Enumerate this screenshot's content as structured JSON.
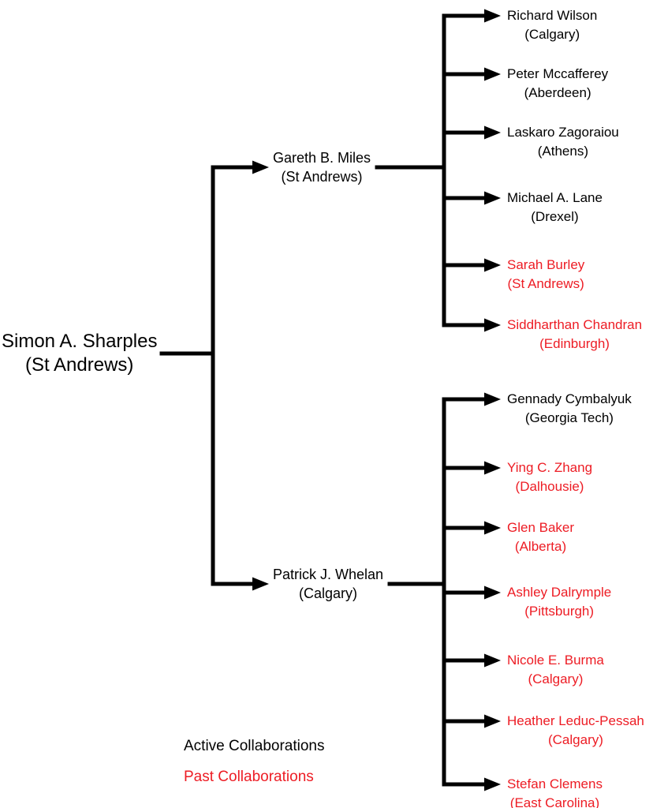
{
  "diagram": {
    "colors": {
      "active": "#000000",
      "past": "#ed1c24",
      "line": "#000000"
    },
    "root": {
      "name": "Simon A. Sharples",
      "affiliation": "(St Andrews)",
      "status": "active"
    },
    "branches": [
      {
        "name": "Gareth B. Miles",
        "affiliation": "(St Andrews)",
        "status": "active",
        "children": [
          {
            "name": "Richard Wilson",
            "affiliation": "(Calgary)",
            "status": "active"
          },
          {
            "name": "Peter Mccafferey",
            "affiliation": "(Aberdeen)",
            "status": "active"
          },
          {
            "name": "Laskaro Zagoraiou",
            "affiliation": "(Athens)",
            "status": "active"
          },
          {
            "name": "Michael A. Lane",
            "affiliation": "(Drexel)",
            "status": "active"
          },
          {
            "name": "Sarah Burley",
            "affiliation": "(St Andrews)",
            "status": "past"
          },
          {
            "name": "Siddharthan Chandran",
            "affiliation": "(Edinburgh)",
            "status": "past"
          }
        ]
      },
      {
        "name": "Patrick J. Whelan",
        "affiliation": "(Calgary)",
        "status": "active",
        "children": [
          {
            "name": "Gennady Cymbalyuk",
            "affiliation": "(Georgia Tech)",
            "status": "active"
          },
          {
            "name": "Ying C. Zhang",
            "affiliation": "(Dalhousie)",
            "status": "past"
          },
          {
            "name": "Glen Baker",
            "affiliation": "(Alberta)",
            "status": "past"
          },
          {
            "name": "Ashley Dalrymple",
            "affiliation": "(Pittsburgh)",
            "status": "past"
          },
          {
            "name": "Nicole E. Burma",
            "affiliation": "(Calgary)",
            "status": "past"
          },
          {
            "name": "Heather Leduc-Pessah",
            "affiliation": "(Calgary)",
            "status": "past"
          },
          {
            "name": "Stefan Clemens",
            "affiliation": "(East Carolina)",
            "status": "past"
          }
        ]
      }
    ],
    "legend": [
      {
        "label": "Active Collaborations",
        "status": "active"
      },
      {
        "label": "Past Collaborations",
        "status": "past"
      }
    ]
  }
}
